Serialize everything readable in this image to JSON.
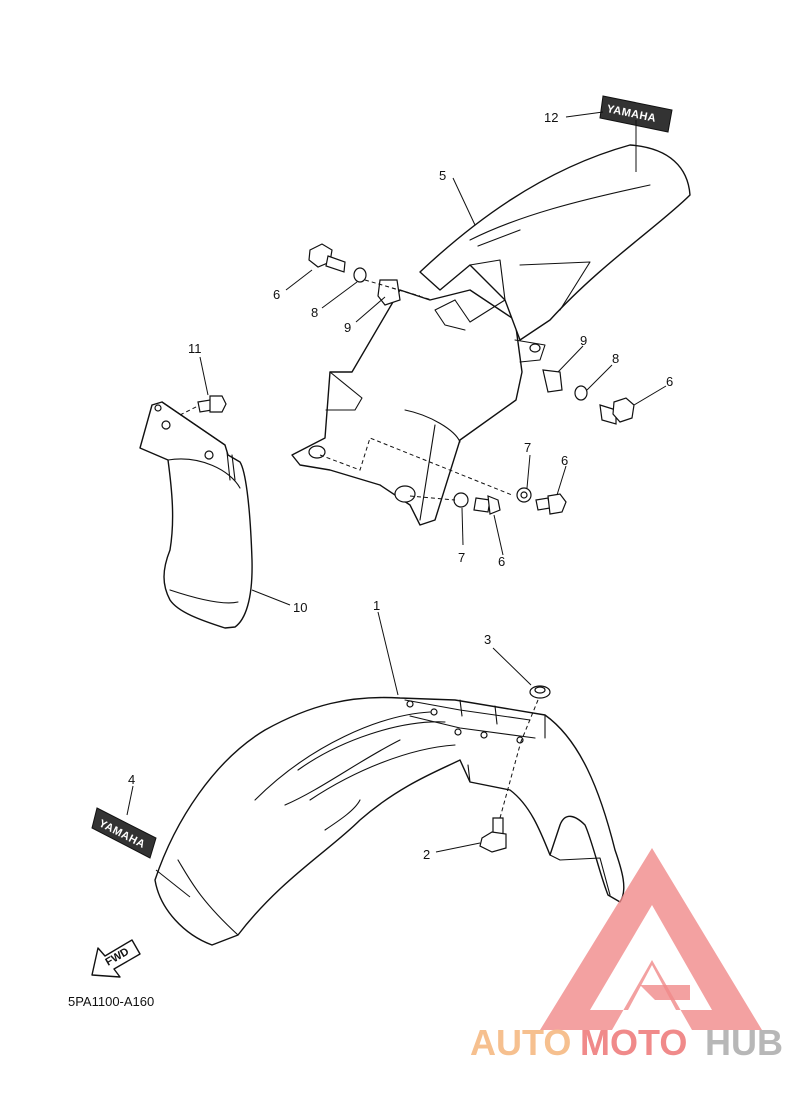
{
  "diagram": {
    "part_code": "5PA1100-A160",
    "fwd_label": "FWD",
    "decal_text": "YAMAHA",
    "callouts": [
      {
        "id": "c1",
        "text": "1"
      },
      {
        "id": "c2",
        "text": "2"
      },
      {
        "id": "c3",
        "text": "3"
      },
      {
        "id": "c4",
        "text": "4"
      },
      {
        "id": "c5",
        "text": "5"
      },
      {
        "id": "c6a",
        "text": "6"
      },
      {
        "id": "c6b",
        "text": "6"
      },
      {
        "id": "c6c",
        "text": "6"
      },
      {
        "id": "c6d",
        "text": "6"
      },
      {
        "id": "c7a",
        "text": "7"
      },
      {
        "id": "c7b",
        "text": "7"
      },
      {
        "id": "c8a",
        "text": "8"
      },
      {
        "id": "c8b",
        "text": "8"
      },
      {
        "id": "c9a",
        "text": "9"
      },
      {
        "id": "c9b",
        "text": "9"
      },
      {
        "id": "c10",
        "text": "10"
      },
      {
        "id": "c11",
        "text": "11"
      },
      {
        "id": "c12",
        "text": "12"
      }
    ]
  },
  "watermark": {
    "part1": "AUTO",
    "part2": "MOTO",
    "part3": "HUB",
    "colors": {
      "auto": "#f6c08f",
      "moto": "#f08a8a",
      "hub": "#b7b7b7",
      "triangle": "#f08a8a"
    }
  }
}
